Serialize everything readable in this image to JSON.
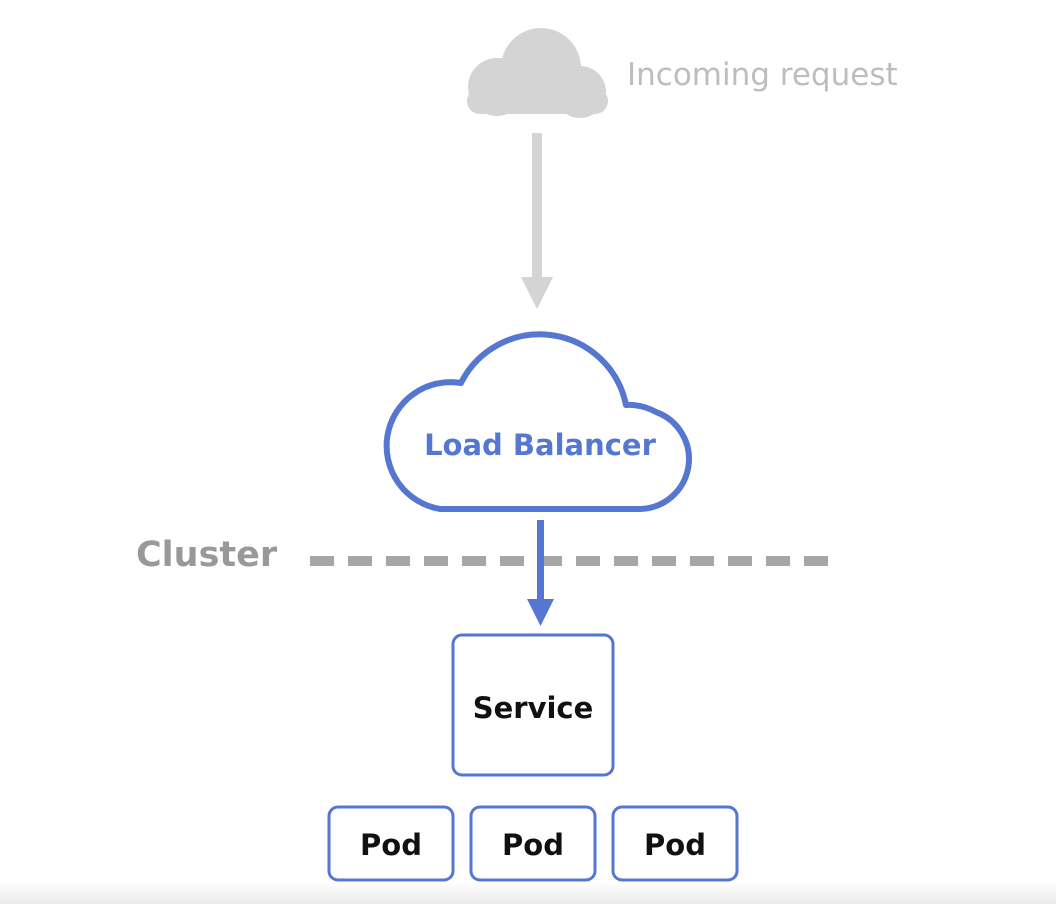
{
  "colors": {
    "accent": "#5577d1",
    "muted": "#d4d4d4",
    "muted_text": "#bdbdbd",
    "cluster_text": "#999999",
    "cluster_line": "#a6a6a6",
    "node_text": "#111111",
    "background": "#ffffff"
  },
  "nodes": {
    "incoming_request": {
      "label": "Incoming request",
      "icon": "cloud-filled-icon"
    },
    "load_balancer": {
      "label": "Load Balancer",
      "icon": "cloud-outline-icon"
    },
    "cluster": {
      "label": "Cluster"
    },
    "service": {
      "label": "Service"
    },
    "pods": [
      {
        "label": "Pod"
      },
      {
        "label": "Pod"
      },
      {
        "label": "Pod"
      }
    ]
  },
  "edges": [
    {
      "from": "incoming_request",
      "to": "load_balancer"
    },
    {
      "from": "load_balancer",
      "to": "service"
    }
  ]
}
